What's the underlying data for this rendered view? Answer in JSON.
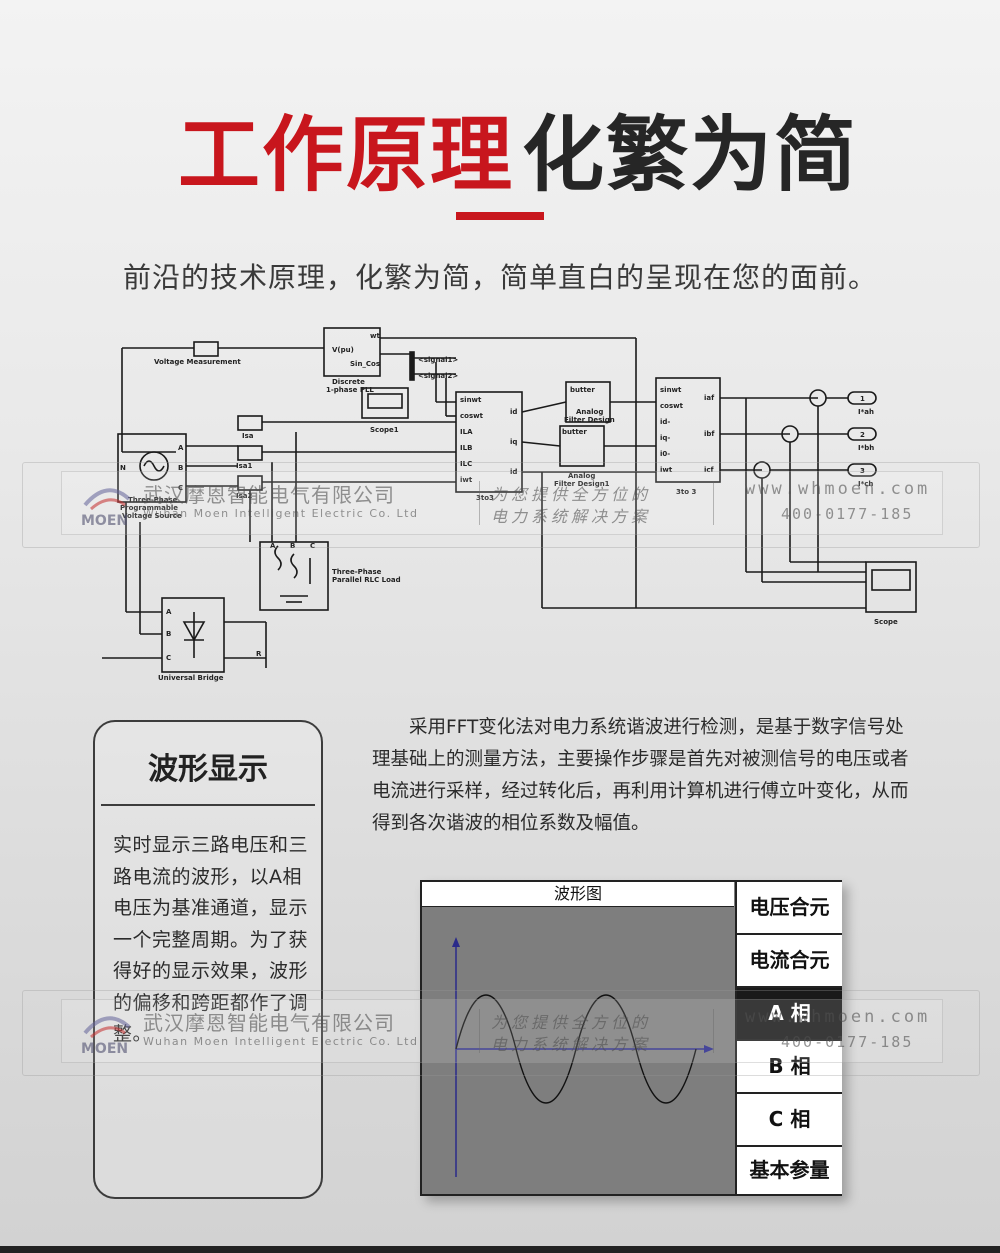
{
  "header": {
    "title_red": "工作原理",
    "title_dark": "化繁为简",
    "subtitle": "前沿的技术原理，化繁为简，简单直白的呈现在您的面前。"
  },
  "diagram": {
    "labels": {
      "voltage_measurement": "Voltage Measurement",
      "pll_title": "Discrete",
      "pll_sub": "1-phase PLL",
      "pll_port_in": "V(pu)",
      "pll_port_out": "Sin_Cos",
      "pll_wt": "wt",
      "signal1": "<signal1>",
      "signal2": "<signal2>",
      "scope1": "Scope1",
      "source_title": "Three-Phase",
      "source_sub1": "Programmable",
      "source_sub2": "Voltage Source",
      "isa": "Isa",
      "isa1": "Isa1",
      "isa2": "Isa2",
      "block_3to3_a": "3to3",
      "block_3to3_b": "3to 3",
      "sinwt": "sinwt",
      "coswt": "coswt",
      "ila": "ILA",
      "ilb": "ILB",
      "ilc": "ILC",
      "iwt": "iwt",
      "id": "id",
      "iq": "iq",
      "butter": "butter",
      "filter_title": "Analog",
      "filter_sub": "Filter Design",
      "filter_sub1": "Filter Design1",
      "id_minus": "id-",
      "iq_minus": "iq-",
      "io_minus": "i0-",
      "iaf": "iaf",
      "ibf": "ibf",
      "icf": "icf",
      "out1": "1",
      "out2": "2",
      "out3": "3",
      "out1_label": "I*ah",
      "out2_label": "I*bh",
      "out3_label": "I*ch",
      "load_title": "Three-Phase",
      "load_sub": "Parallel RLC Load",
      "scope": "Scope",
      "bridge": "Universal Bridge",
      "A": "A",
      "B": "B",
      "C": "C",
      "N": "N",
      "R": "R"
    }
  },
  "feature_card": {
    "title": "波形显示",
    "body": "实时显示三路电压和三路电流的波形，以A相电压为基准通道，显示一个完整周期。为了获得好的显示效果，波形的偏移和跨距都作了调整。"
  },
  "description": "采用FFT变化法对电力系统谐波进行检测，是基于数字信号处理基础上的测量方法，主要操作步骤是首先对被测信号的电压或者电流进行采样，经过转化后，再利用计算机进行傅立叶变化，从而得到各次谐波的相位系数及幅值。",
  "waveform_screen": {
    "title": "波形图",
    "menu": [
      {
        "label": "电压合元",
        "active": false
      },
      {
        "label": "电流合元",
        "active": false
      },
      {
        "label": "A  相",
        "active": true
      },
      {
        "label": "B  相",
        "active": false
      },
      {
        "label": "C  相",
        "active": false
      },
      {
        "label": "基本参量",
        "active": false
      }
    ]
  },
  "watermark": {
    "company_cn": "武汉摩恩智能电气有限公司",
    "company_en": "Wuhan Moen Intelligent Electric Co. Ltd",
    "logo_text": "MOEN",
    "slogan_line1": "为您提供全方位的",
    "slogan_line2": "电力系统解决方案",
    "url": "www.whmoen.com",
    "phone": "400-0177-185"
  },
  "colors": {
    "accent_red": "#c8161d",
    "title_dark": "#262626",
    "screen_gray": "#7e7e7e",
    "wave_axis": "#2a2a8a"
  }
}
